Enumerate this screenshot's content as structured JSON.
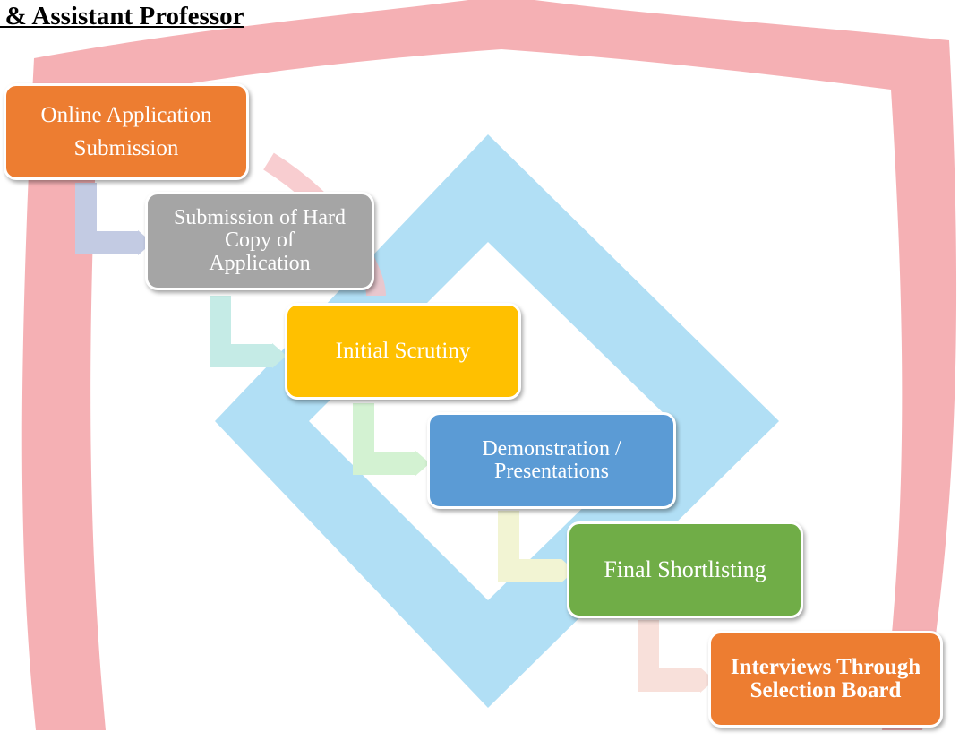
{
  "heading": {
    "text": "r & Assistant Professor"
  },
  "watermark": {
    "shield_color": "#e8404a",
    "diamond_color": "#55c3f0"
  },
  "steps": [
    {
      "label": "Online Application Submission",
      "color": "#ed7d31"
    },
    {
      "label": "Submission of Hard Copy of Application",
      "color": "#a5a5a5"
    },
    {
      "label": "Initial Scrutiny",
      "color": "#ffc000"
    },
    {
      "label": "Demonstration / Presentations",
      "color": "#5b9bd5"
    },
    {
      "label": "Final Shortlisting",
      "color": "#70ad47"
    },
    {
      "label": "Interviews Through Selection Board",
      "color": "#ed7d31"
    }
  ],
  "connector_colors": [
    "#c3cbe3",
    "#c5ebe6",
    "#d3f2d2",
    "#f2f4d3",
    "#f8e0da"
  ]
}
